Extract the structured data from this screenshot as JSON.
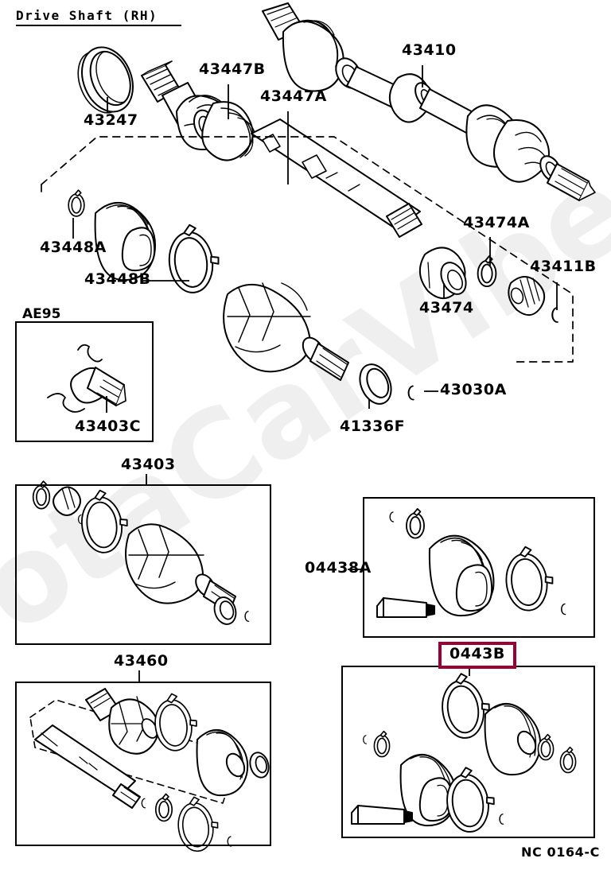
{
  "page": {
    "title": "Drive Shaft  (RH)",
    "footer_code": "NC  0164-C",
    "watermark": "ToyotaCarVibe.ru",
    "highlight_color": "#9b0033",
    "ink_color": "#000000"
  },
  "callouts": {
    "c43247": "43247",
    "c43447B": "43447B",
    "c43447A": "43447A",
    "c43410": "43410",
    "c43448A": "43448A",
    "c43448B": "43448B",
    "c43474A": "43474A",
    "c43474": "43474",
    "c43411B": "43411B",
    "c41336F": "41336F",
    "c43030A": "43030A",
    "c43403C": "43403C",
    "ae95": "AE95"
  },
  "boxes": {
    "kit_43403": "43403",
    "kit_04438A": "04438A",
    "kit_43460": "43460",
    "kit_0443B": "0443B"
  }
}
